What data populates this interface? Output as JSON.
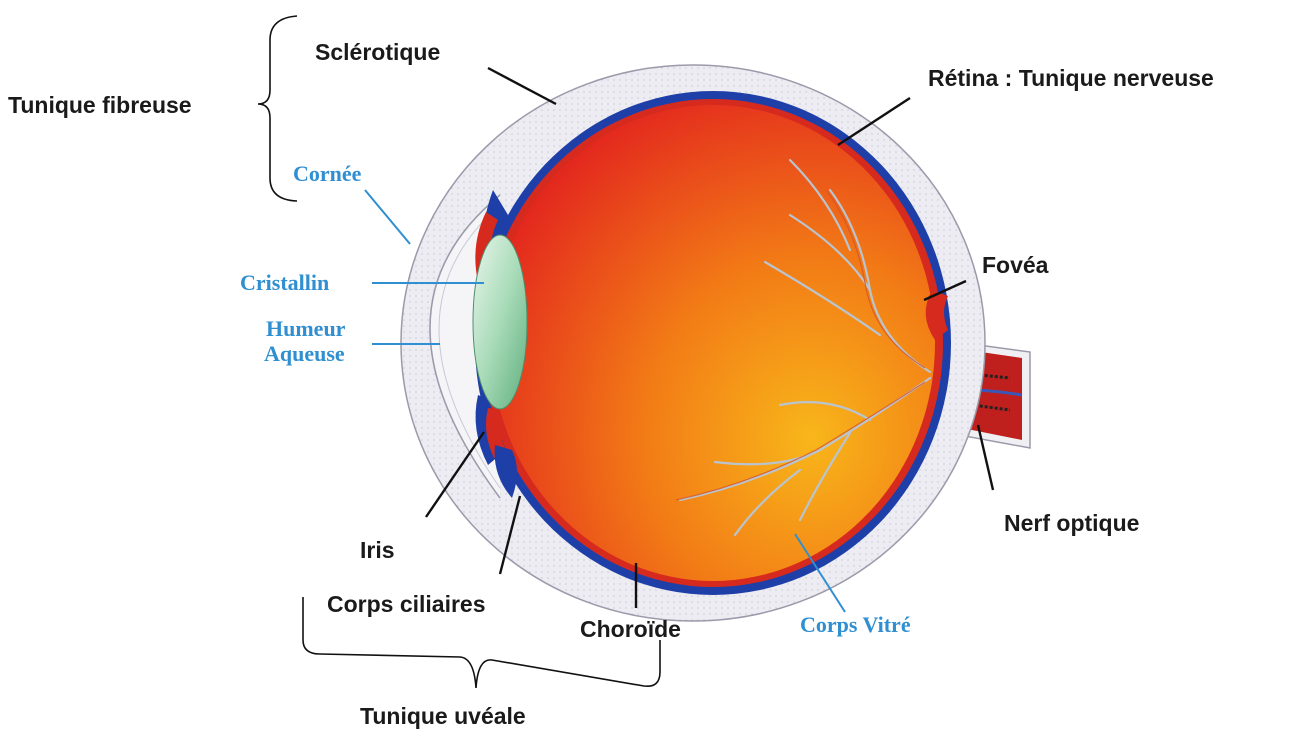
{
  "labels": {
    "sclerotique": "Sclérotique",
    "tunique_fibreuse": "Tunique fibreuse",
    "cornee": "Cornée",
    "cristallin": "Cristallin",
    "humeur_line1": "Humeur",
    "humeur_line2": "Aqueuse",
    "retina": "Rétina : Tunique nerveuse",
    "fovea": "Fovéa",
    "nerf_optique": "Nerf optique",
    "iris": "Iris",
    "corps_ciliaires": "Corps ciliaires",
    "choroide": "Choroïde",
    "corps_vitre": "Corps Vitré",
    "tunique_uveale": "Tunique uvéale"
  },
  "colors": {
    "label_blue": "#2f8fd0",
    "label_dark": "#1a1a1a",
    "choroid_blue": "#1f3fa8",
    "retina_red": "#d81f1f",
    "vitreous_orange": "#f39a12",
    "lens_green": "#a6d9b5"
  }
}
